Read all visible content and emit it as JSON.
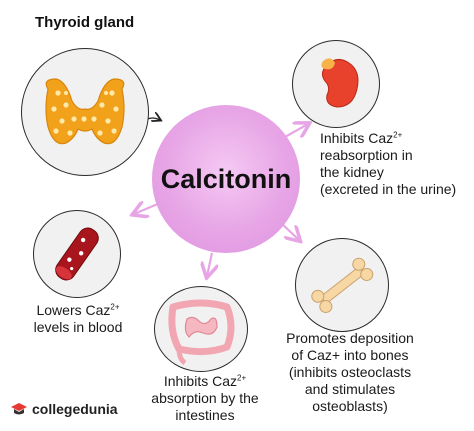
{
  "diagram": {
    "title": "Thyroid gland",
    "center_label": "Calcitonin",
    "effects": [
      {
        "id": "kidney",
        "lines": [
          "Inhibits Caz",
          "reabsorption in",
          "the kidney",
          "(excreted in the urine)"
        ],
        "sup": "2+"
      },
      {
        "id": "blood",
        "lines": [
          "Lowers Caz",
          "levels in blood"
        ],
        "sup": "2+"
      },
      {
        "id": "intestine",
        "lines": [
          "Inhibits Caz",
          "absorption by the",
          "intestines"
        ],
        "sup": "2+"
      },
      {
        "id": "bone",
        "lines": [
          "Promotes deposition",
          "of Caz+ into bones",
          "(inhibits osteoclasts",
          "and stimulates",
          "osteoblasts)"
        ]
      }
    ],
    "colors": {
      "center": "#e7a5e6",
      "arrow": "#e7a5e6",
      "thyroid": "#f2a11a",
      "kidney": "#e8412c",
      "blood_vessel": "#a8151c",
      "intestine": "#f2a6b1",
      "bone": "#f7d7a4"
    }
  },
  "logo": {
    "text": "collegedunia",
    "icon": "graduation-cap-icon"
  }
}
